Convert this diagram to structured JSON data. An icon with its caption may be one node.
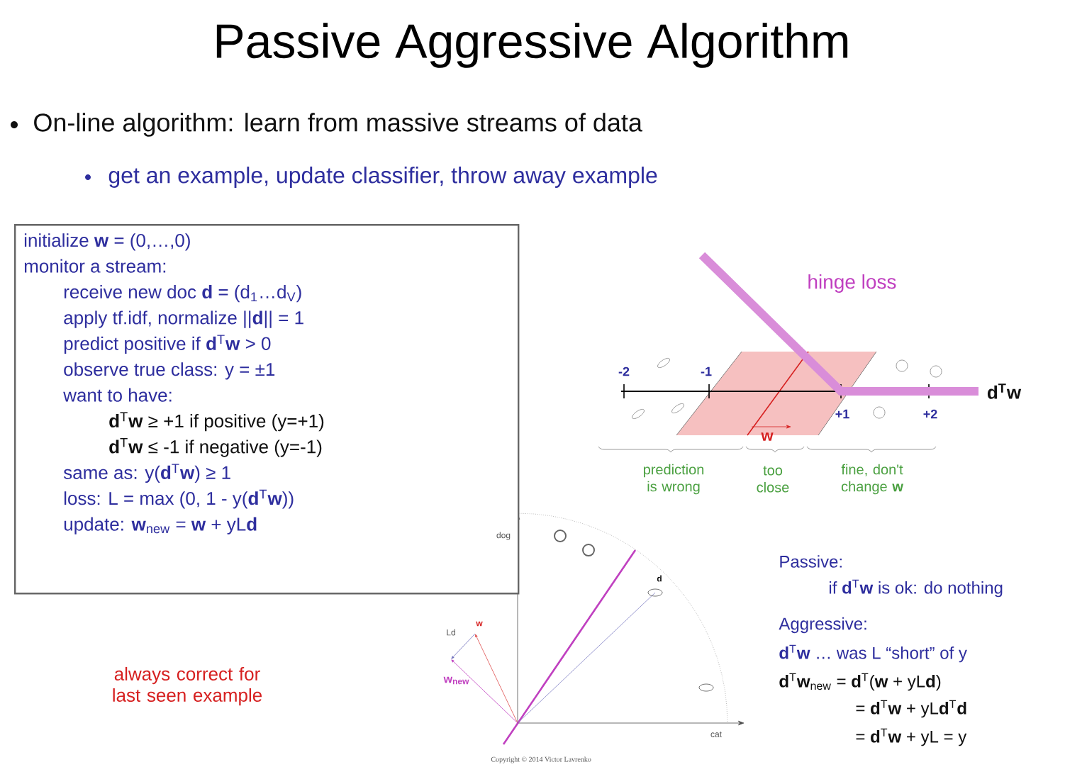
{
  "diagram": {
    "title": "Passive Aggressive Algorithm",
    "nodes": [
      {
        "text": [
          "initialize **w** = (0,…,0)",
          "monitor a stream:",
          "receive new doc **d** = (d$_{1}$…d$_{V}$)",
          "apply tf.idf, normalize ||**d**|| = 1",
          "predict positive if **d**$^{T}$**w** > 0",
          "observe true class: y = ±1",
          "want to have:",
          "**d**$^{T}$**w** ≥ +1 if positive (y=+1)",
          "**d**$^{T}$**w** ≤ -1 if negative (y=-1)",
          "same as: y(**d**$^{T}$**w**) ≥ 1",
          "loss: L = max (0, 1 - y(**d**$^{T}$**w**))",
          "update: **w**$_{new}$ = **w** + yL**d**"
        ]
      }
    ],
    "labels": [
      "On-line algorithm: learn from massive streams of data",
      "get an example, update classifier, throw away example",
      "hinge loss",
      "-2",
      "-1",
      "**d**$^{T}$**w**",
      "+1",
      "+2",
      "w",
      "prediction is wrong",
      "too close",
      "fine, don't change **w**",
      "dog",
      "d",
      "w",
      "Ld",
      "w$_{new}$",
      "cat",
      "Passive:",
      "if **d**$^{T}$**w** is ok: do nothing",
      "Aggressive:",
      "**d**$^{T}$**w** … was L “short” of y",
      "**d**$^{T}$**w**$_{new}$ = **d**$^{T}$(**w** + yL**d**)",
      "= **d**$^{T}$**w** + yL**d**$^{T}$**d**",
      "= **d**$^{T}$**w** + yL  = y",
      "always correct for last seen example",
      "Copyright © 2014 Victor Lavrenko"
    ]
  }
}
